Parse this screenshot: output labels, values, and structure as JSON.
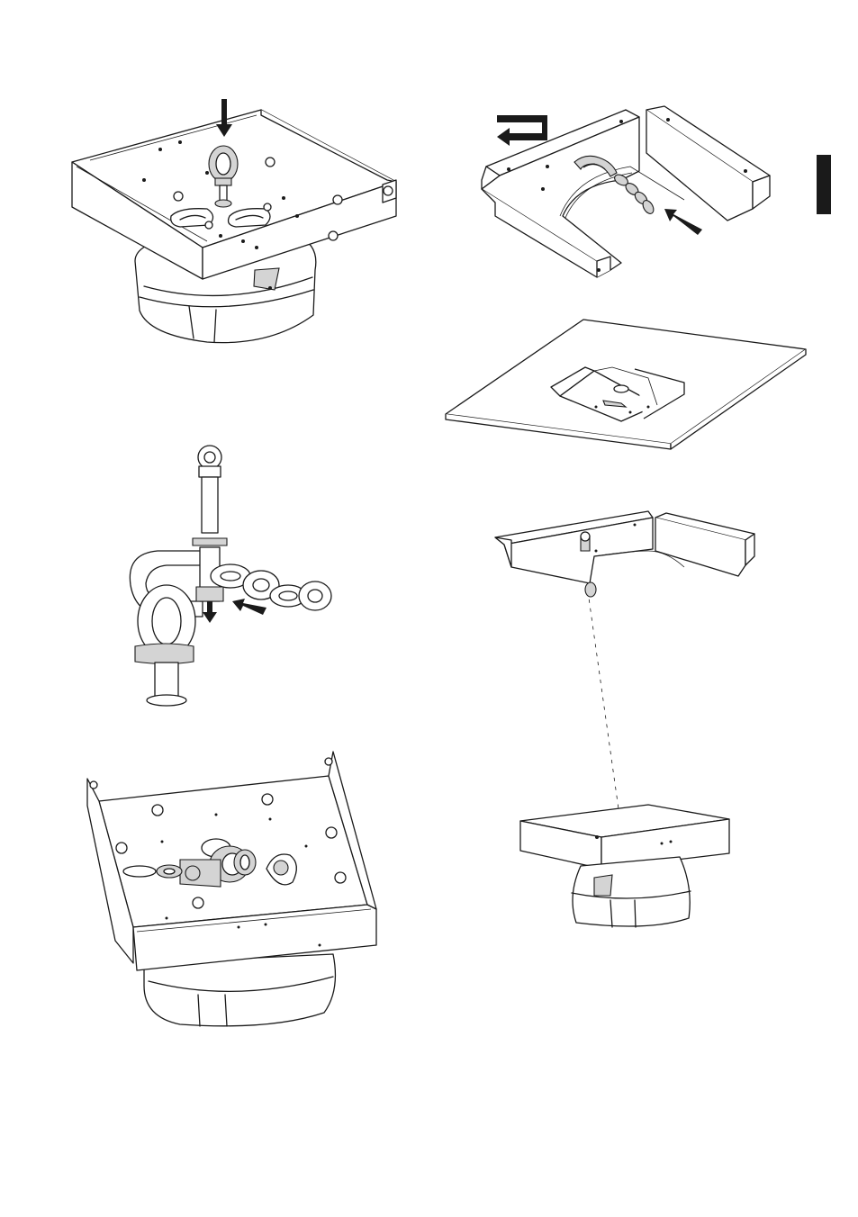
{
  "page": {
    "side_tab_color": "#1a1a1a",
    "line_color": "#1a1a1a",
    "fill_gray": "#d4d4d4"
  },
  "illustrations": [
    {
      "id": "step-1",
      "icon": "eye-bolt-insertion-icon"
    },
    {
      "id": "step-2",
      "icon": "chain-hook-bracket-icon"
    },
    {
      "id": "step-3",
      "icon": "ceiling-plate-icon"
    },
    {
      "id": "step-4",
      "icon": "eye-bolt-chain-detail-icon"
    },
    {
      "id": "step-5",
      "icon": "suspended-assembly-icon"
    },
    {
      "id": "step-6",
      "icon": "shackle-assembly-icon"
    }
  ]
}
